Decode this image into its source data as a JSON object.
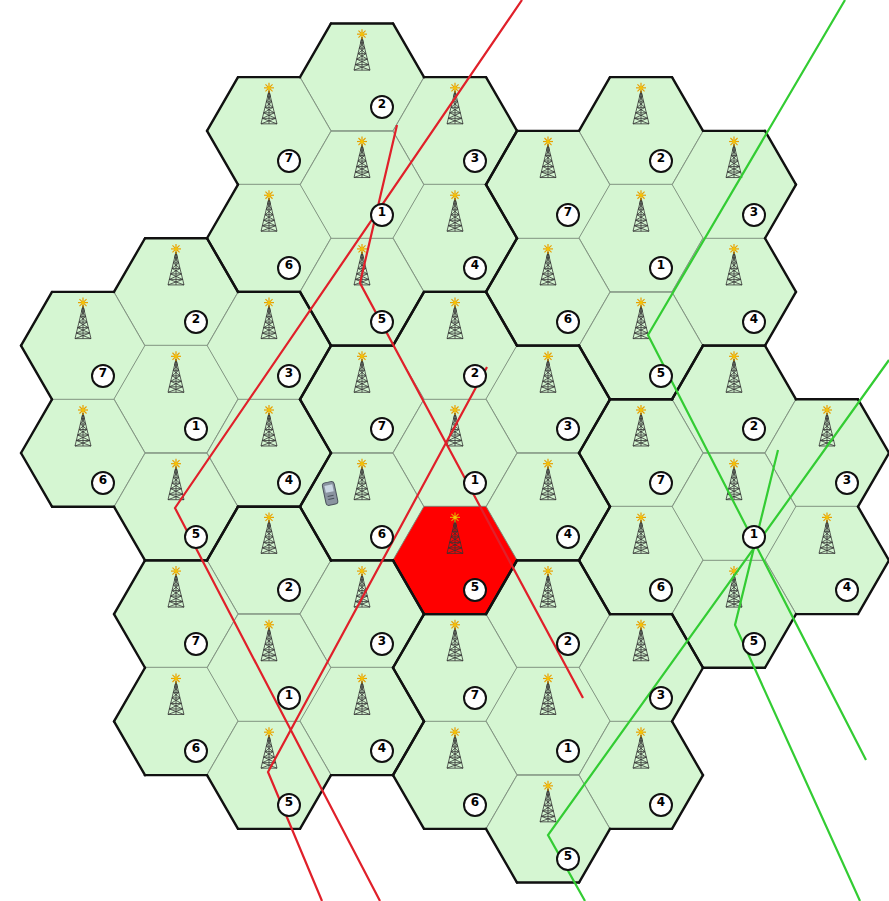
{
  "diagram": {
    "nodes": [
      {
        "text": [
          "2"
        ]
      },
      {
        "text": [
          "7"
        ]
      },
      {
        "text": [
          "3"
        ]
      },
      {
        "text": [
          "1"
        ]
      },
      {
        "text": [
          "6"
        ]
      },
      {
        "text": [
          "4"
        ]
      },
      {
        "text": [
          "5"
        ]
      },
      {
        "text": [
          "2"
        ]
      },
      {
        "text": [
          "7"
        ]
      },
      {
        "text": [
          "3"
        ]
      },
      {
        "text": [
          "1"
        ]
      },
      {
        "text": [
          "6"
        ]
      },
      {
        "text": [
          "4"
        ]
      },
      {
        "text": [
          "5"
        ]
      },
      {
        "text": [
          "2"
        ]
      },
      {
        "text": [
          "7"
        ]
      },
      {
        "text": [
          "3"
        ]
      },
      {
        "text": [
          "1"
        ]
      },
      {
        "text": [
          "6"
        ]
      },
      {
        "text": [
          "4"
        ]
      },
      {
        "text": [
          "5"
        ]
      },
      {
        "text": [
          "2"
        ]
      },
      {
        "text": [
          "7"
        ]
      },
      {
        "text": [
          "3"
        ]
      },
      {
        "text": [
          "1"
        ]
      },
      {
        "text": [
          "6"
        ]
      },
      {
        "text": [
          "4"
        ]
      },
      {
        "text": [
          "5"
        ]
      },
      {
        "text": [
          "2"
        ]
      },
      {
        "text": [
          "7"
        ]
      },
      {
        "text": [
          "3"
        ]
      },
      {
        "text": [
          "1"
        ]
      },
      {
        "text": [
          "6"
        ]
      },
      {
        "text": [
          "4"
        ]
      },
      {
        "text": [
          "5"
        ]
      },
      {
        "text": [
          "2"
        ]
      },
      {
        "text": [
          "7"
        ]
      },
      {
        "text": [
          "3"
        ]
      },
      {
        "text": [
          "1"
        ]
      },
      {
        "text": [
          "6"
        ]
      },
      {
        "text": [
          "4"
        ]
      },
      {
        "text": [
          "5"
        ]
      },
      {
        "text": [
          "2"
        ]
      },
      {
        "text": [
          "7"
        ]
      },
      {
        "text": [
          "3"
        ]
      },
      {
        "text": [
          "1"
        ]
      },
      {
        "text": [
          "6"
        ]
      },
      {
        "text": [
          "4"
        ]
      },
      {
        "text": [
          "5"
        ]
      }
    ]
  }
}
